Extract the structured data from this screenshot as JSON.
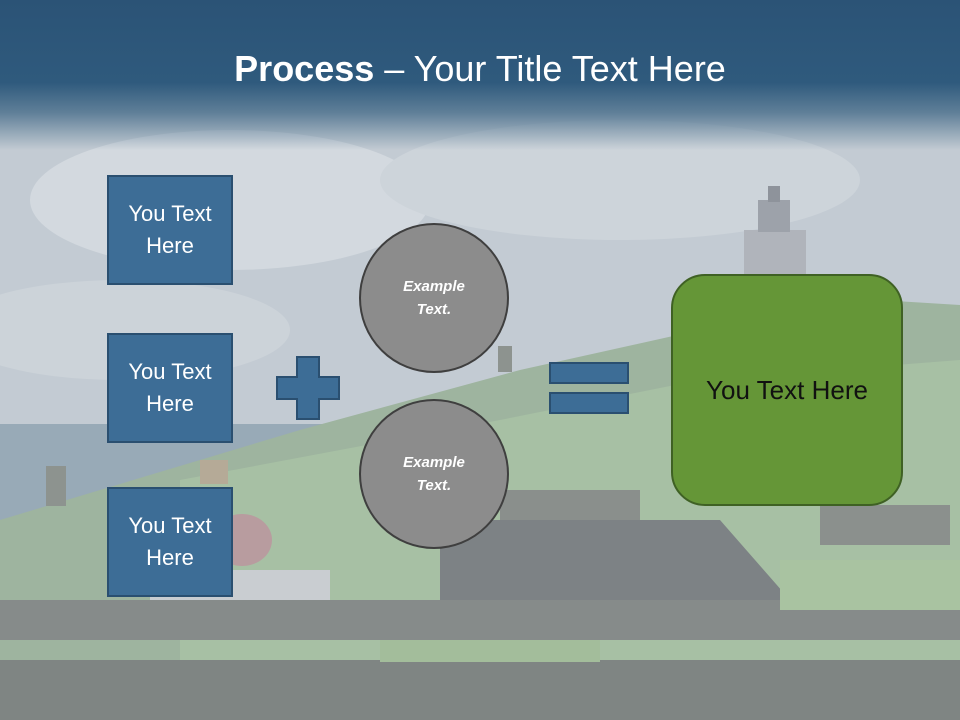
{
  "slide": {
    "title_bold": "Process",
    "title_rest": " – Your Title Text Here",
    "boxes": [
      {
        "label": "You Text Here"
      },
      {
        "label": "You Text Here"
      },
      {
        "label": "You Text Here"
      }
    ],
    "circles": [
      {
        "label": "Example Text."
      },
      {
        "label": "Example Text."
      }
    ],
    "result": {
      "label": "You Text Here"
    },
    "icons": {
      "plus": "plus-icon",
      "equals": "equals-icon"
    },
    "colors": {
      "header": "#2b5376",
      "box_fill": "#3d6d96",
      "circle_fill": "#8c8c8c",
      "result_fill": "#659637"
    }
  }
}
